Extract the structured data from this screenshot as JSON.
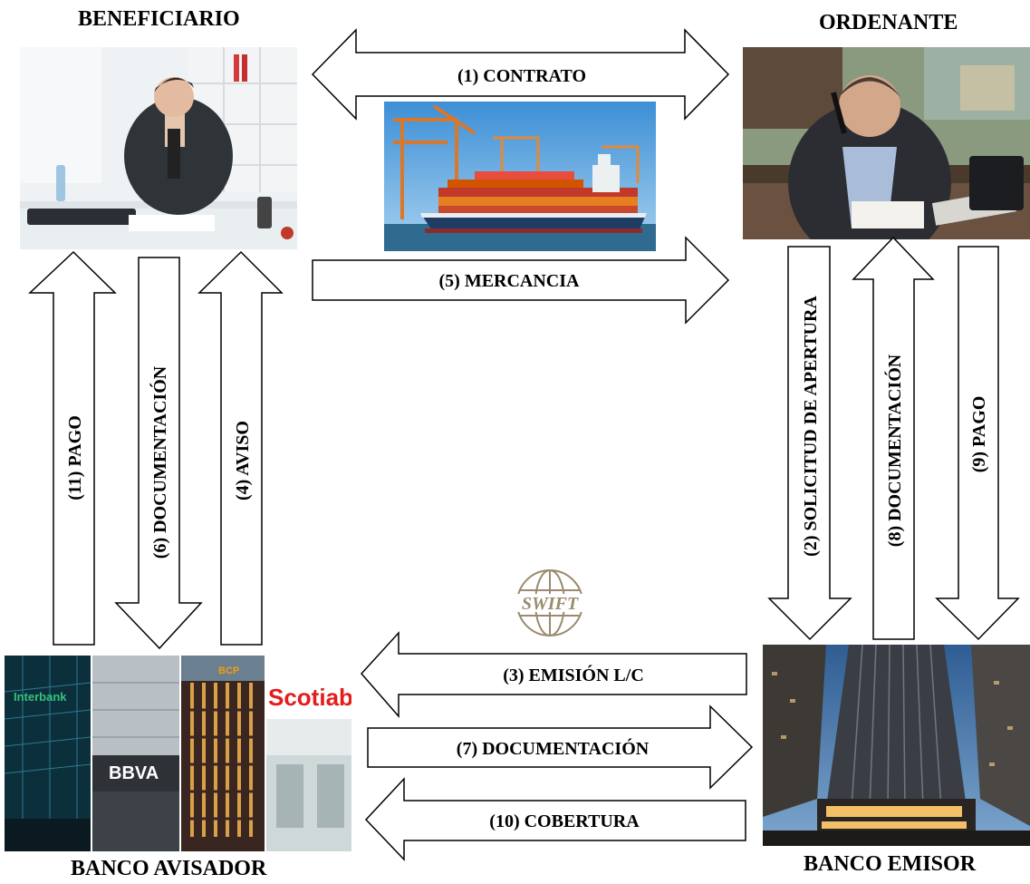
{
  "titles": {
    "beneficiario": "BENEFICIARIO",
    "ordenante": "ORDENANTE",
    "banco_avisador": "BANCO AVISADOR",
    "banco_emisor": "BANCO EMISOR"
  },
  "steps": {
    "contrato": "(1) CONTRATO",
    "solicitud": "(2) SOLICITUD DE APERTURA",
    "emision": "(3) EMISIÓN L/C",
    "aviso": "(4) AVISO",
    "mercancia": "(5) MERCANCIA",
    "doc6": "(6) DOCUMENTACIÓN",
    "doc7": "(7) DOCUMENTACIÓN",
    "doc8": "(8) DOCUMENTACIÓN",
    "pago9": "(9) PAGO",
    "cobertura": "(10) COBERTURA",
    "pago11": "(11) PAGO"
  },
  "logo": {
    "text": "SWIFT"
  },
  "bank_signs": {
    "interbank": "Interbank",
    "bbva": "BBVA",
    "bcp": "BCP",
    "scotia": "Scotiab"
  }
}
